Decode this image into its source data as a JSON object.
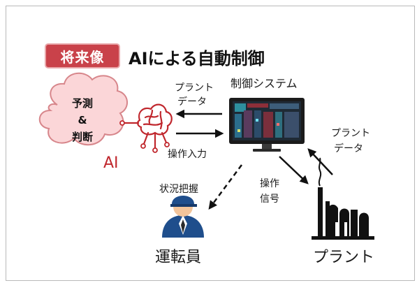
{
  "header": {
    "badge": "将来像",
    "title": "AIによる自動制御"
  },
  "ai": {
    "cloud_lines": [
      "予測",
      "&",
      "判断"
    ],
    "label": "AI"
  },
  "control_system": {
    "label": "制御システム"
  },
  "arrows": {
    "plant_data_upper": [
      "プラント",
      "データ"
    ],
    "operation_input": "操作入力",
    "situation_grasp": "状況把握",
    "operation_signal": [
      "操作",
      "信号"
    ],
    "plant_data_right": [
      "プラント",
      "データ"
    ]
  },
  "operator": {
    "label": "運転員"
  },
  "plant": {
    "label": "プラント"
  },
  "colors": {
    "badge": "#c9424a",
    "cloud_fill": "#fbd6d8",
    "cloud_stroke": "#d7868b",
    "brain": "#c0272d",
    "accent_text": "#c0272d",
    "operator_blue": "#1f4e8c"
  }
}
